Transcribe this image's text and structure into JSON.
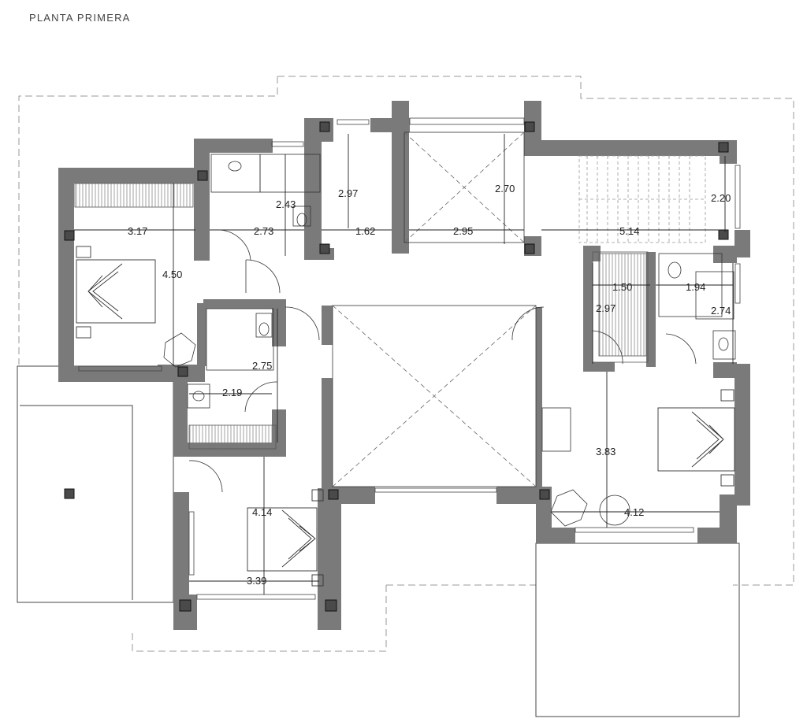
{
  "title": "PLANTA PRIMERA",
  "dimensions": {
    "d_317": "3.17",
    "d_450": "4.50",
    "d_273": "2.73",
    "d_243": "2.43",
    "d_297a": "2.97",
    "d_162": "1.62",
    "d_270": "2.70",
    "d_295": "2.95",
    "d_220": "2.20",
    "d_514": "5.14",
    "d_150": "1.50",
    "d_194": "1.94",
    "d_297b": "2.97",
    "d_274": "2.74",
    "d_275": "2.75",
    "d_219": "2.19",
    "d_383": "3.83",
    "d_412": "4.12",
    "d_414": "4.14",
    "d_339": "3.39"
  },
  "colors": {
    "wall": "#7a7a7a",
    "column": "#4a4a4a",
    "line": "#333333",
    "dashed": "#9a9a9a"
  }
}
